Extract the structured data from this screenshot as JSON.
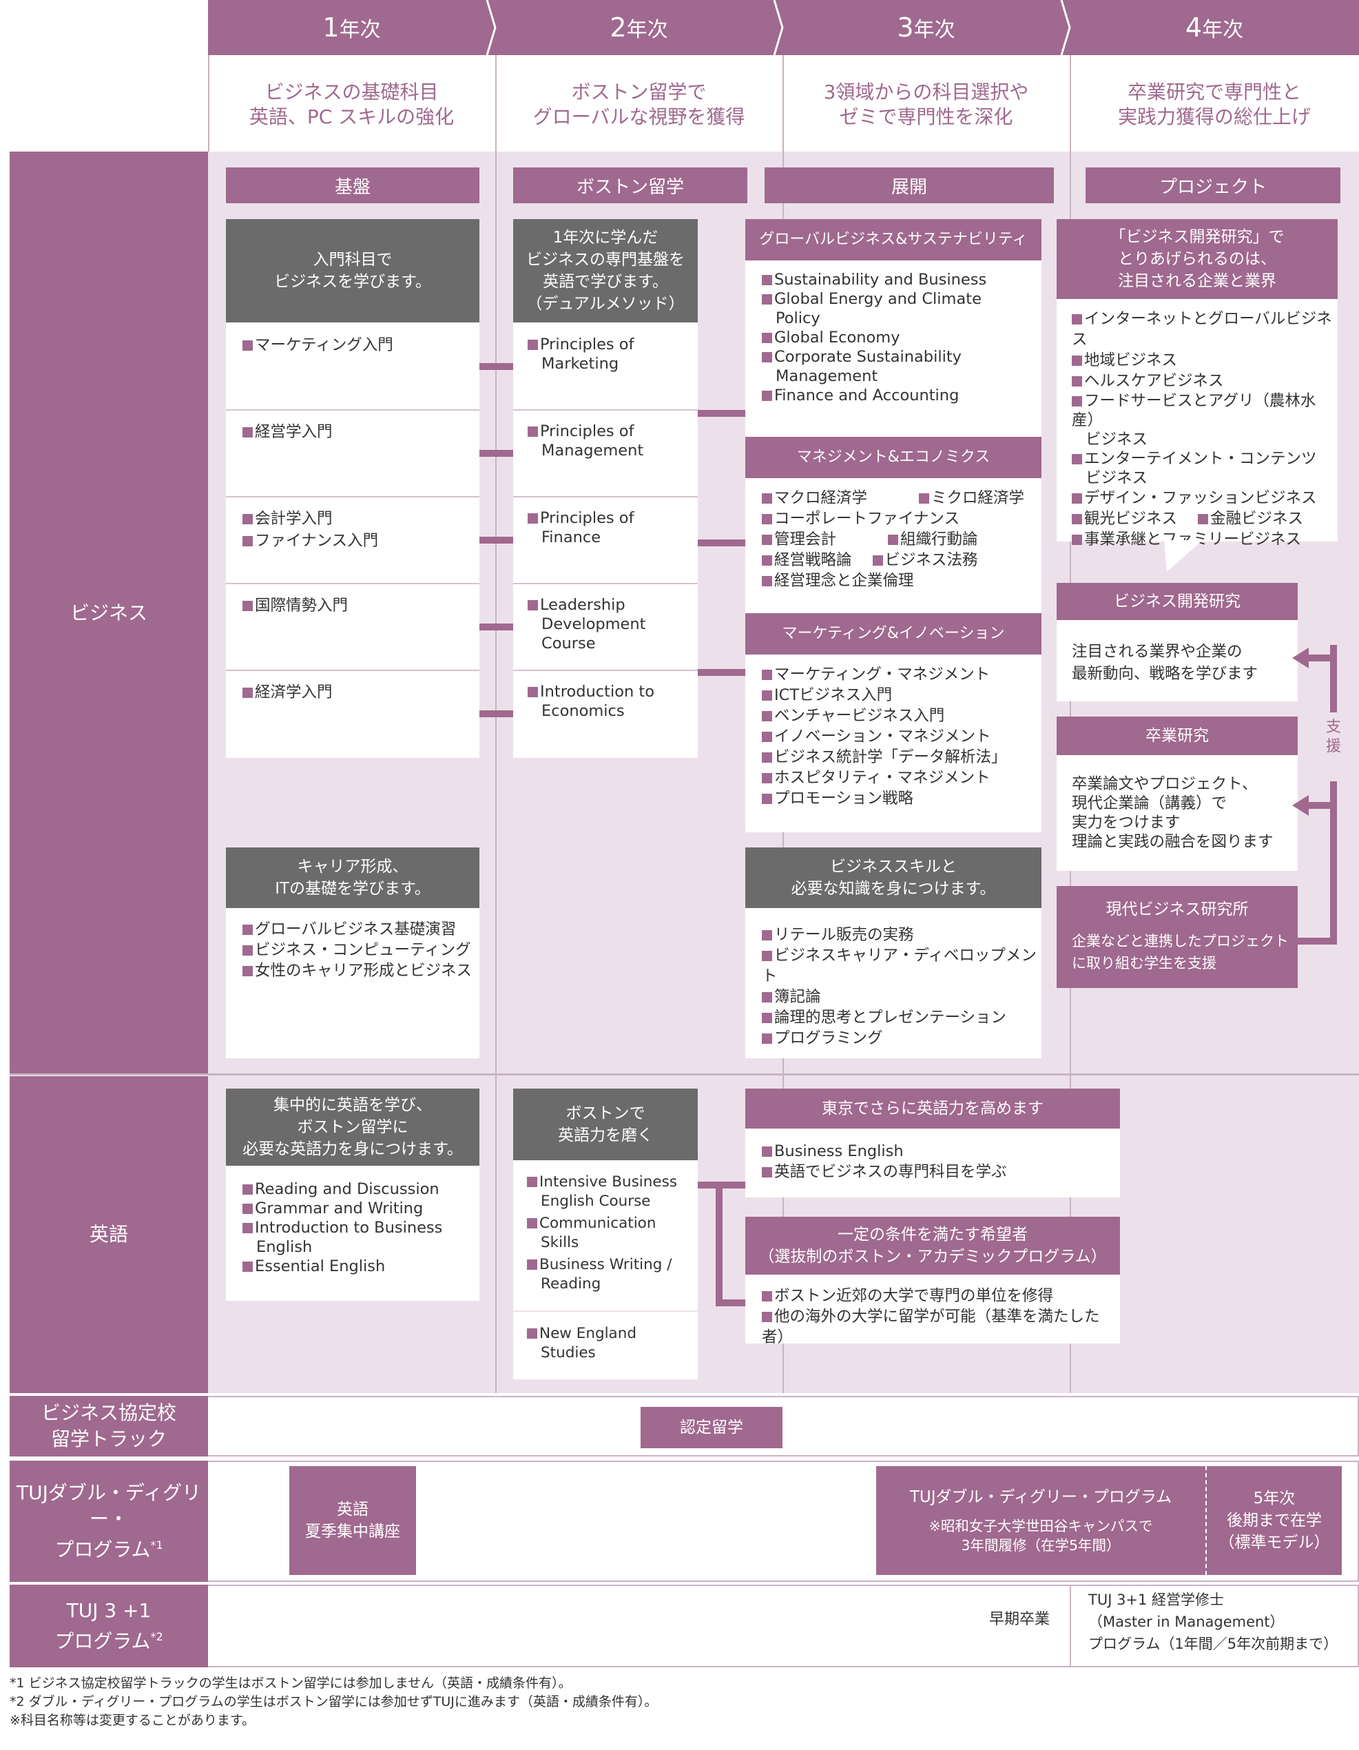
{
  "years": [
    {
      "num": "1",
      "suffix": "年次",
      "desc": [
        "ビジネスの基礎科目",
        "英語、PC スキルの強化"
      ]
    },
    {
      "num": "2",
      "suffix": "年次",
      "desc": [
        "ボストン留学で",
        "グローバルな視野を獲得"
      ]
    },
    {
      "num": "3",
      "suffix": "年次",
      "desc": [
        "3領域からの科目選択や",
        "ゼミで専門性を深化"
      ]
    },
    {
      "num": "4",
      "suffix": "年次",
      "desc": [
        "卒業研究で専門性と",
        "実践力獲得の総仕上げ"
      ]
    }
  ],
  "rows": {
    "business": "ビジネス",
    "english": "英語",
    "partner": [
      "ビジネス協定校",
      "留学トラック"
    ],
    "tuj": [
      "TUJダブル・ディグリー・",
      "プログラム",
      "*1"
    ],
    "tuj31": [
      "TUJ 3 +1",
      "プログラム",
      "*2"
    ]
  },
  "phases": {
    "kiban": "基盤",
    "boston": "ボストン留学",
    "tenkai": "展開",
    "project": "プロジェクト"
  },
  "y1_business": {
    "head": [
      "入門科目で",
      "ビジネスを学びます。"
    ],
    "items": [
      "マーケティング入門",
      "経営学入門",
      "会計学入門",
      "ファイナンス入門",
      "国際情勢入門",
      "経済学入門"
    ],
    "career_head": [
      "キャリア形成、",
      "ITの基礎を学びます。"
    ],
    "career_items": [
      "グローバルビジネス基礎演習",
      "ビジネス・コンピューティング",
      "女性のキャリア形成とビジネス"
    ]
  },
  "y2_business": {
    "head": [
      "1年次に学んだ",
      "ビジネスの専門基盤を",
      "英語で学びます。",
      "（デュアルメソッド）"
    ],
    "items": [
      [
        "Principles of",
        "Marketing"
      ],
      [
        "Principles of",
        "Management"
      ],
      [
        "Principles of",
        "Finance"
      ],
      [
        "Leadership",
        "Development",
        "Course"
      ],
      [
        "Introduction to",
        "Economics"
      ]
    ]
  },
  "y3_business": {
    "global_head": "グローバルビジネス&サステナビリティ",
    "global_items": [
      [
        "Sustainability and Business"
      ],
      [
        "Global Energy and Climate",
        "Policy"
      ],
      [
        "Global Economy"
      ],
      [
        "Corporate Sustainability",
        "Management"
      ],
      [
        "Finance and Accounting"
      ]
    ],
    "mgmt_head": "マネジメント&エコノミクス",
    "mgmt_items": [
      "マクロ経済学",
      "ミクロ経済学",
      "コーポレートファイナンス",
      "管理会計",
      "組織行動論",
      "経営戦略論",
      "ビジネス法務",
      "経営理念と企業倫理"
    ],
    "mkt_head": "マーケティング&イノベーション",
    "mkt_items": [
      "マーケティング・マネジメント",
      "ICTビジネス入門",
      "ベンチャービジネス入門",
      "イノベーション・マネジメント",
      "ビジネス統計学「データ解析法」",
      "ホスピタリティ・マネジメント",
      "プロモーション戦略"
    ],
    "skill_head": [
      "ビジネススキルと",
      "必要な知識を身につけます。"
    ],
    "skill_items": [
      "リテール販売の実務",
      "ビジネスキャリア・ディベロップメント",
      "簿記論",
      "論理的思考とプレゼンテーション",
      "プログラミング"
    ]
  },
  "y4_business": {
    "bubble_head": [
      "「ビジネス開発研究」で",
      "とりあげられるのは、",
      "注目される企業と業界"
    ],
    "bubble_items": [
      [
        "インターネットとグローバルビジネス"
      ],
      [
        "地域ビジネス"
      ],
      [
        "ヘルスケアビジネス"
      ],
      [
        "フードサービスとアグリ（農林水産）",
        "ビジネス"
      ],
      [
        "エンターテイメント・コンテンツ",
        "ビジネス"
      ],
      [
        "デザイン・ファッションビジネス"
      ],
      [
        "観光ビジネス"
      ],
      [
        "金融ビジネス"
      ],
      [
        "事業承継とファミリービジネス"
      ]
    ],
    "dev_head": "ビジネス開発研究",
    "dev_text": [
      "注目される業界や企業の",
      "最新動向、戦略を学びます"
    ],
    "grad_head": "卒業研究",
    "grad_text": [
      "卒業論文やプロジェクト、",
      "現代企業論（講義）で",
      "実力をつけます",
      "理論と実践の融合を図ります"
    ],
    "lab_head": "現代ビジネス研究所",
    "lab_text": [
      "企業などと連携したプロジェクト",
      "に取り組む学生を支援"
    ],
    "support": [
      "支",
      "援"
    ]
  },
  "english": {
    "y1_head": [
      "集中的に英語を学び、",
      "ボストン留学に",
      "必要な英語力を身につけます。"
    ],
    "y1_items": [
      [
        "Reading and Discussion"
      ],
      [
        "Grammar and Writing"
      ],
      [
        "Introduction to Business",
        "English"
      ],
      [
        "Essential English"
      ]
    ],
    "y2_head": [
      "ボストンで",
      "英語力を磨く"
    ],
    "y2_items": [
      [
        "Intensive Business",
        "English Course"
      ],
      [
        "Communication",
        "Skills"
      ],
      [
        "Business Writing /",
        "Reading"
      ]
    ],
    "y2_items_b": [
      [
        "New England",
        "Studies"
      ]
    ],
    "tokyo_head": "東京でさらに英語力を高めます",
    "tokyo_items": [
      "Business English",
      "英語でビジネスの専門科目を学ぶ"
    ],
    "sel_head": [
      "一定の条件を満たす希望者",
      "（選抜制のボストン・アカデミックプログラム）"
    ],
    "sel_items": [
      "ボストン近郊の大学で専門の単位を修得",
      "他の海外の大学に留学が可能（基準を満たした者）"
    ]
  },
  "partner_box": "認定留学",
  "tuj": {
    "summer": [
      "英語",
      "夏季集中講座"
    ],
    "main_head": "TUJダブル・ディグリー・プログラム",
    "main_note": [
      "※昭和女子大学世田谷キャンパスで",
      "3年間履修（在学5年間）"
    ],
    "fifth": [
      "5年次",
      "後期まで在学",
      "（標準モデル）"
    ]
  },
  "tuj31": {
    "early": "早期卒業",
    "master": [
      "TUJ 3+1 経営学修士",
      "（Master in Management）",
      "プログラム（1年間／5年次前期まで）"
    ]
  },
  "footnotes": [
    "*1 ビジネス協定校留学トラックの学生はボストン留学には参加しません（英語・成績条件有）。",
    "*2 ダブル・ディグリー・プログラムの学生はボストン留学には参加せずTUJに進みます（英語・成績条件有）。",
    "※科目名称等は変更することがあります。"
  ],
  "colors": {
    "purple": "#a0698f",
    "pink": "#ece1ea",
    "gray": "#6b6b6b"
  }
}
